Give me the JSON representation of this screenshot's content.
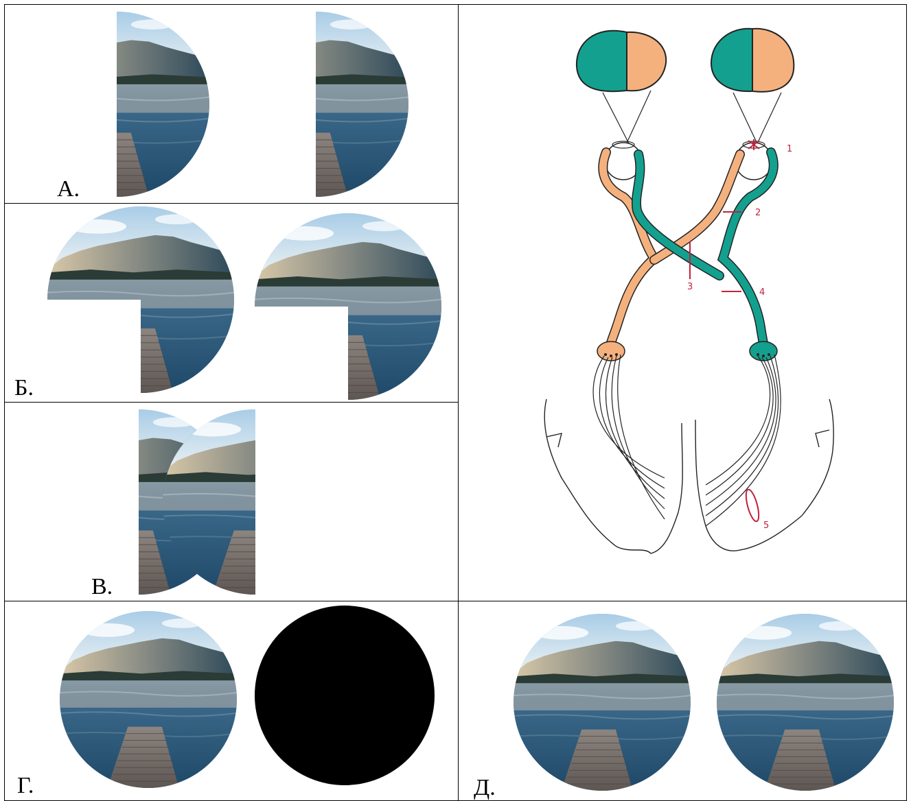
{
  "panels": {
    "a": {
      "label": "А."
    },
    "b": {
      "label": "Б."
    },
    "v": {
      "label": "В."
    },
    "g": {
      "label": "Г."
    },
    "d": {
      "label": "Д."
    }
  },
  "diagram": {
    "markers": [
      "1",
      "2",
      "3",
      "4",
      "5"
    ]
  },
  "colors": {
    "teal": "#14a08f",
    "peach": "#f4b17e",
    "marker": "#c2223c",
    "outline": "#222222"
  }
}
